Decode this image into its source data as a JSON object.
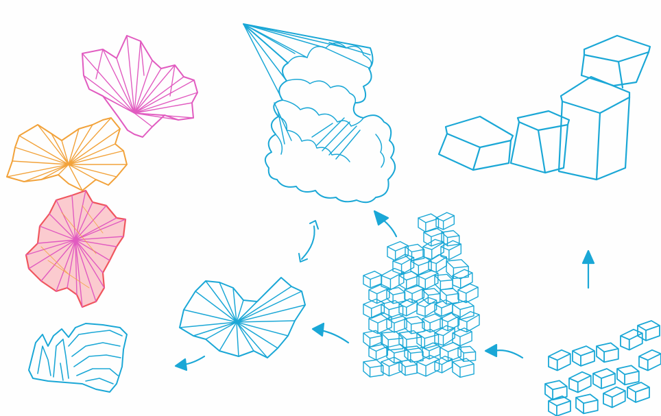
{
  "colors": {
    "blue": "#1aa7d6",
    "pink": "#e15bc0",
    "orange": "#f2a23a",
    "red": "#f0565e",
    "paper": "#fefefe"
  },
  "figures": [
    "pink-fan-tile",
    "orange-fan-tile",
    "red-fan-tile",
    "blue-fan-tile-middle",
    "blue-stretched-tile-bottom-left",
    "blue-fan-tile-with-fractal-edge",
    "blue-cube-row",
    "blue-packed-cubes-tall",
    "blue-packed-cubes-small"
  ],
  "arrows": [
    "arrow-packed-to-fractal",
    "arrow-double-fractal-to-fan",
    "arrow-up-right",
    "arrow-packed-tall-to-fan",
    "arrow-small-to-tall",
    "arrow-fan-to-stretched"
  ]
}
